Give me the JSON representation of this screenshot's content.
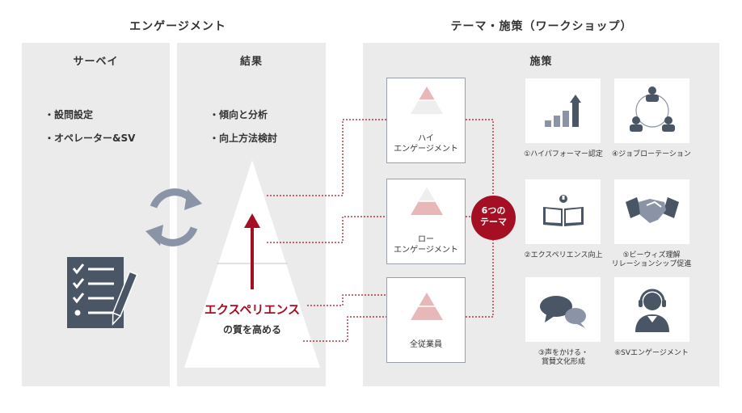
{
  "headers": {
    "engagement": "エンゲージメント",
    "theme": "テーマ・施策（ワークショップ）"
  },
  "panels": {
    "survey": {
      "title": "サーベイ",
      "items": [
        "・設問設定",
        "・オペレーター&SV"
      ]
    },
    "results": {
      "title": "結果",
      "items": [
        "・傾向と分析",
        "・向上方法検討"
      ]
    },
    "measures": {
      "title": "施策"
    }
  },
  "pyramid": {
    "highlight": "エクスペリエンス",
    "sub": "の質を高める"
  },
  "targets": [
    {
      "label": "ハイ\nエンゲージメント",
      "level": "top"
    },
    {
      "label": "ロー\nエンゲージメント",
      "level": "bottom"
    },
    {
      "label": "全従業員",
      "level": "all"
    }
  ],
  "themes_badge": "6つの\nテーマ",
  "measure_items": [
    {
      "label": "①ハイパフォーマー認定",
      "icon": "bar-chart-icon"
    },
    {
      "label": "④ジョブローテーション",
      "icon": "rotation-icon"
    },
    {
      "label": "②エクスペリエンス向上",
      "icon": "book-idea-icon"
    },
    {
      "label": "⑤ビーウィズ理解\nリレーションシップ促進",
      "icon": "handshake-icon"
    },
    {
      "label": "③声をかける・\n賞賛文化形成",
      "icon": "speech-bubbles-icon"
    },
    {
      "label": "⑥SVエンゲージメント",
      "icon": "headset-operator-icon"
    }
  ],
  "colors": {
    "panel": "#ebebeb",
    "accent_red": "#a50f24",
    "icon_gray": "#4a5566",
    "pyramid_pink": "#e8b8b8"
  }
}
